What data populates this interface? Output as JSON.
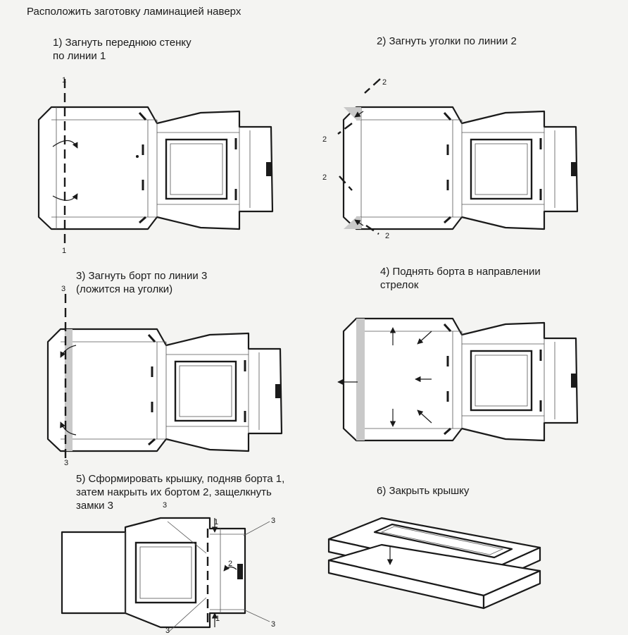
{
  "title": "Расположить заготовку ламинацией наверх",
  "steps": [
    {
      "text": "1) Загнуть переднюю стенку\nпо линии 1",
      "labels": [
        "1",
        "1"
      ]
    },
    {
      "text": "2) Загнуть уголки по линии 2",
      "labels": [
        "2",
        "2",
        "2",
        "2"
      ]
    },
    {
      "text": "3) Загнуть борт по линии 3\n   (ложится на уголки)",
      "labels": [
        "3",
        "3"
      ]
    },
    {
      "text": "4) Поднять борта в направлении\nстрелок",
      "labels": []
    },
    {
      "text": "5) Сформировать крышку, подняв борта 1,\nзатем накрыть их бортом 2, защелкнуть\nзамки 3",
      "labels": [
        "3",
        "3",
        "3",
        "3",
        "1",
        "1",
        "2"
      ]
    },
    {
      "text": "6) Закрыть крышку",
      "labels": []
    }
  ]
}
